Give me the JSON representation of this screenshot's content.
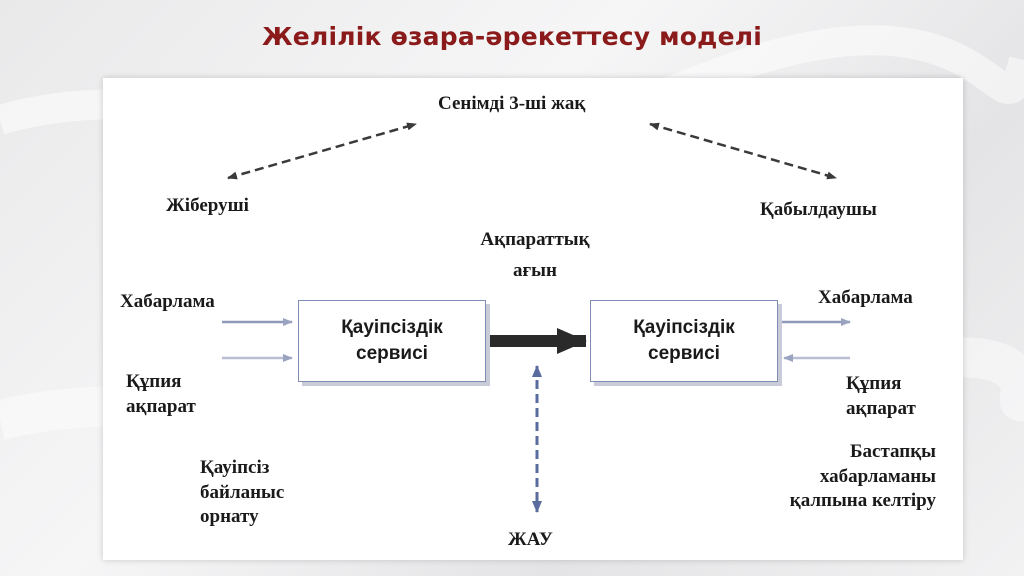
{
  "slide": {
    "title": "Желілік өзара-әрекеттесу моделі"
  },
  "diagram": {
    "trusted_third_party": "Сенімді 3-ші жақ",
    "sender": "Жіберуші",
    "receiver": "Қабылдаушы",
    "info_flow_line1": "Ақпараттық",
    "info_flow_line2": "ағын",
    "left": {
      "message": "Хабарлама",
      "secret_line1": "Құпия",
      "secret_line2": "ақпарат",
      "security_service_line1": "Қауіпсіздік",
      "security_service_line2": "сервисі",
      "secure_conn_line1": "Қауіпсіз",
      "secure_conn_line2": "байланыс",
      "secure_conn_line3": "орнату"
    },
    "right": {
      "message": "Хабарлама",
      "secret_line1": "Құпия",
      "secret_line2": "ақпарат",
      "security_service_line1": "Қауіпсіздік",
      "security_service_line2": "сервисі",
      "restore_line1": "Бастапқы",
      "restore_line2": "хабарламаны",
      "restore_line3": "қалпына келтіру"
    },
    "enemy": "ЖАУ"
  },
  "colors": {
    "title": "#8b1a1a",
    "box_border": "#7f8db4",
    "arrow_dashed": "#3a3a3a",
    "arrow_blue": "#5a6b9e",
    "main_arrow": "#2a2a2a"
  }
}
